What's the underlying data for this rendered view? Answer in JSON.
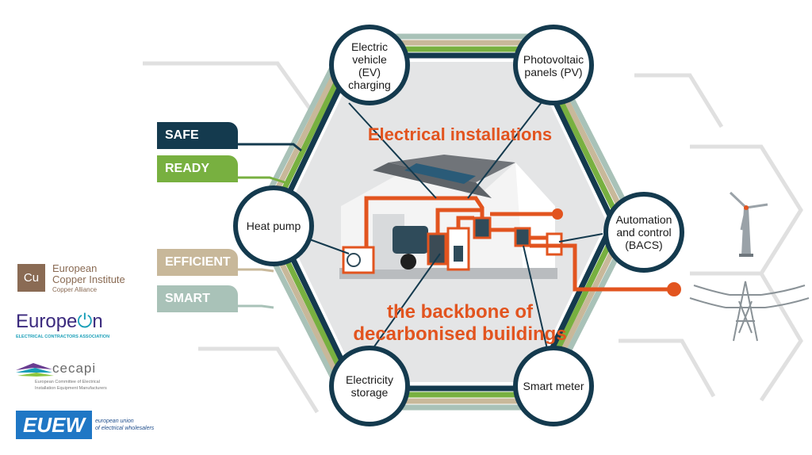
{
  "headline": {
    "top": "Electrical installations",
    "bottom_line1": "the backbone of",
    "bottom_line2": "decarbonised buildings"
  },
  "nodes": {
    "ev": [
      "Electric",
      "vehicle",
      "(EV)",
      "charging"
    ],
    "pv": [
      "Photovoltaic",
      "panels (PV)"
    ],
    "heat_pump": [
      "Heat pump"
    ],
    "automation": [
      "Automation",
      "and control",
      "(BACS)"
    ],
    "storage": [
      "Electricity",
      "storage"
    ],
    "smart_meter": [
      "Smart meter"
    ]
  },
  "tags": {
    "safe": "SAFE",
    "ready": "READY",
    "efficient": "EFFICIENT",
    "smart": "SMART"
  },
  "logos": {
    "eci": {
      "mark": "Cu",
      "line1": "European",
      "line2": "Copper Institute",
      "line3": "Copper Alliance"
    },
    "europeon": {
      "name_part1": "Europe",
      "name_part2": "n",
      "sub": "ELECTRICAL CONTRACTORS ASSOCIATION"
    },
    "cecapi": {
      "name": "cecapi",
      "sub1": "European Committee of Electrical",
      "sub2": "Installation Equipment Manufacturers"
    },
    "euew": {
      "mark": "EUEW",
      "sub1": "european union",
      "sub2": "of electrical wholesalers"
    }
  },
  "colors": {
    "navy": "#143a4e",
    "green": "#78b040",
    "beige": "#c8b89a",
    "sage": "#a9c2b8",
    "orange": "#e2541f",
    "grey_bg": "#e4e5e6"
  }
}
